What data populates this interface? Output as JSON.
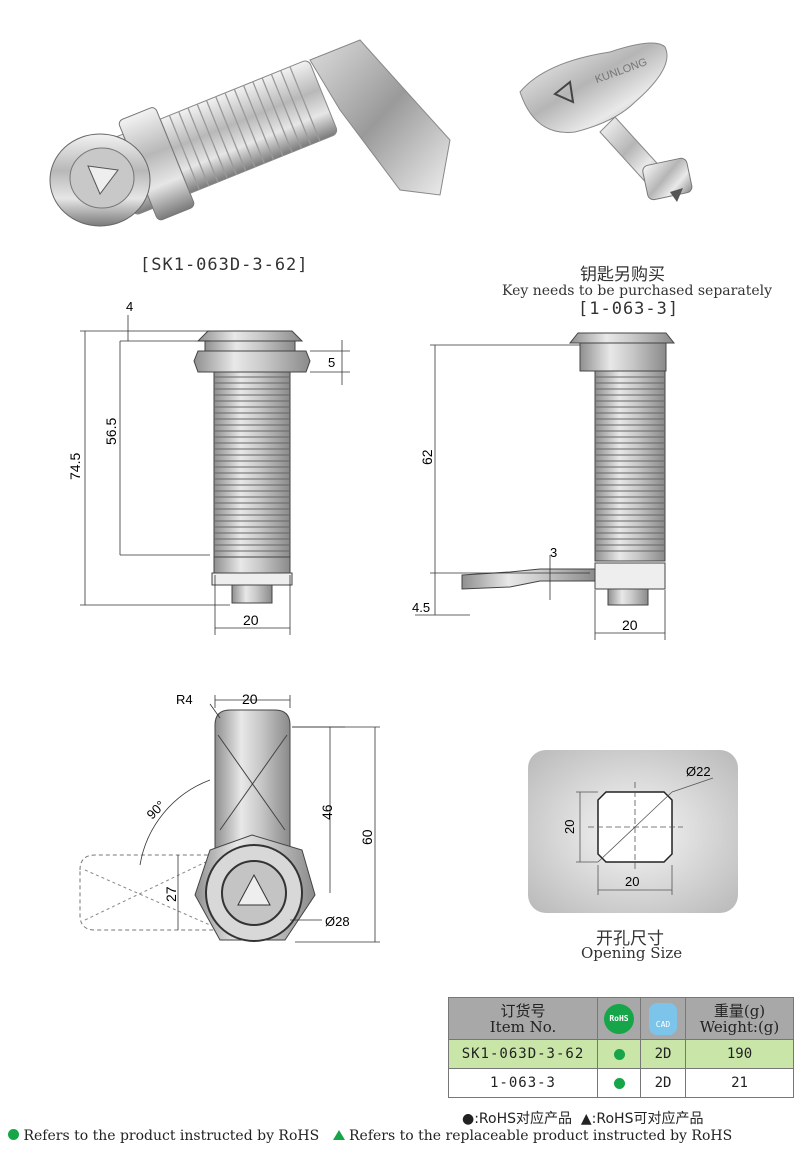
{
  "product": {
    "model_caption": "[SK1-063D-3-62]",
    "key_caption_cn": "钥匙另购买",
    "key_caption_en": "Key needs to be purchased separately",
    "key_model": "[1-063-3]",
    "key_brand": "KUNLONG"
  },
  "dimensions": {
    "front": [
      "4",
      "5",
      "56.5",
      "74.5",
      "20"
    ],
    "side": [
      "62",
      "3",
      "4.5",
      "20"
    ],
    "top": [
      "R4",
      "20",
      "90°",
      "46",
      "60",
      "27",
      "Ø28"
    ],
    "opening": [
      "Ø22",
      "20",
      "20"
    ]
  },
  "opening_size": {
    "cn": "开孔尺寸",
    "en": "Opening Size"
  },
  "table": {
    "headers": {
      "item_cn": "订货号",
      "item_en": "Item No.",
      "rohs_icon": "RoHS",
      "cad_icon": "CAD",
      "weight_cn": "重量(g)",
      "weight_en": "Weight:(g)"
    },
    "rows": [
      {
        "item": "SK1-063D-3-62",
        "cad": "2D",
        "weight": "190"
      },
      {
        "item": "1-063-3",
        "cad": "2D",
        "weight": "21"
      }
    ]
  },
  "legend": {
    "cn_line": "●:RoHS对应产品  ▲:RoHS可对应产品",
    "en_dot": "Refers to the product instructed by RoHS",
    "en_tri": "Refers to the replaceable product instructed by RoHS"
  },
  "colors": {
    "rohs_green": "#17a54a",
    "highlight_row": "#c9e6a8",
    "header_gray": "#a8a8a8",
    "cad_blue": "#7cc4ea"
  }
}
